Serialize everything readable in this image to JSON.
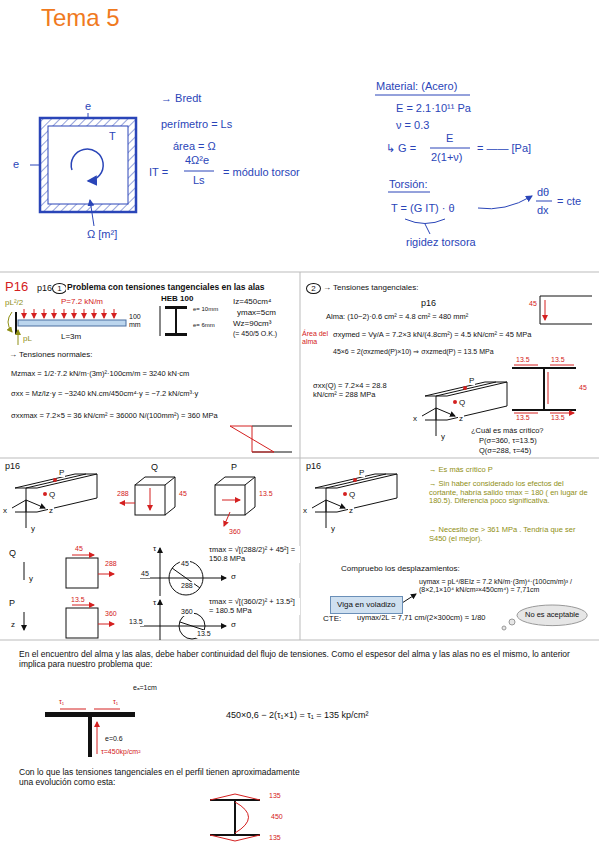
{
  "diagram": {
    "title": "Tema 5",
    "nodes": [
      {
        "text": [
          "Viga en voladizo"
        ]
      },
      {
        "text": [
          "No es aceptable"
        ]
      }
    ],
    "labels": [
      "e",
      "e",
      "T",
      "Ω [m²]",
      "→ Bredt",
      "perímetro = Ls",
      "área = Ω",
      "ΙT =",
      "4Ω²e",
      "Ls",
      "= módulo torsor",
      "Material: (Acero)",
      "E = 2.1·10¹¹ Pa",
      "ν = 0.3",
      "↳ G =",
      "E",
      "2(1+ν)",
      "= —— [Pa]",
      "Torsión:",
      "T = (G IT) · θ",
      "dθ",
      "dx",
      "= cte",
      "rigidez torsora",
      "P16",
      "p16",
      "1",
      "Problema con tensiones tangenciales en las alas",
      "pL²/2",
      "P=7.2 kN/m",
      "L=3m",
      "pL",
      "HEB 100",
      "100 mm",
      "e= 10mm",
      "e= 6mm",
      "Iz=450cm⁴",
      "ymax=5cm",
      "Wz=90cm³",
      "(= 450/5  O.K.)",
      "→ Tensiones normales:",
      "Mzmax = 1/2·7.2 kN/m·(3m)²·100cm/m = 3240 kN·cm",
      "σxx = Mz/Iz·y = −3240 kN.cm/450cm⁴·y = −7.2 kN/cm³·y",
      "σxxmax = 7.2×5 = 36 kN/cm² = 36000 N/(100mm²) = 360 MPa",
      "2",
      "→ Tensiones tangenciales:",
      "p16",
      "Alma: (10−2)·0.6 cm² = 4.8 cm² = 480 mm²",
      "Área del alma",
      "σxymed = Vy/A = 7.2×3 kN/(4.8cm²) = 4.5 kN/cm² = 45 MPa",
      "45×6 = 2(σxzmed(P)×10) ⇒ σxzmed(P) = 13.5 MPa",
      "45",
      "13.5",
      "13.5",
      "45",
      "13.5",
      "13.5",
      "σxx(Q) = 7.2×4 = 28.8 kN/cm² = 288 MPa",
      "P",
      "Q",
      "x",
      "y",
      "z",
      "¿Cuál es más crítico?",
      "P(σ=360, τ=13.5)",
      "Q(σ=288, τ=45)",
      "p16",
      "P",
      "Q",
      "x",
      "y",
      "z",
      "Q",
      "288",
      "45",
      "P",
      "13.5",
      "360",
      "Q",
      "y",
      "45",
      "288",
      "τ",
      "45",
      "45",
      "288",
      "σ",
      "τmax = √[(288/2)² + 45²] = 150.8 MPa",
      "P",
      "z",
      "13.5",
      "360",
      "τ",
      "13.5",
      "360",
      "13.5",
      "σ",
      "τmax = √[(360/2)² + 13.5²] = 180.5 MPa",
      "p16",
      "P",
      "Q",
      "x",
      "y",
      "z",
      "→ Es más crítico P",
      "→ Sin haber considerado los efectos del cortante, habría salido τmax = 180 ( en lugar de 180.5). Diferencia poco significativa.",
      "→ Necesito σe > 361 MPa . Tendría que ser S450 (el mejor).",
      "Compruebo los desplazamientos:",
      "uymax = pL⁴/8EIz = 7.2 kN/m·(3m)⁴·(100cm/m)³ / (8×2,1×10⁴ kN/cm²×450cm⁴) = 7,71cm",
      "CTE:",
      "uymax/2L = 7,71 cm/(2×300cm) ≈ 1/80",
      "En el encuentro del alma y las alas, debe haber continuidad del flujo de tensiones. Como el espesor del alma y las alas no es el mismo, lo anterior implica para nuestro problema que:",
      "eₐ=1cm",
      "τ₁",
      "τ₁",
      "e=0.6",
      "τ=450kp/cm²",
      "450×0,6 − 2(τ₁×1) = τ₁ = 135 kp/cm²",
      "Con lo que las tensiones tangenciales en el perfil tienen aproximadamente una evolución como esta:",
      "135",
      "450",
      "135"
    ]
  }
}
